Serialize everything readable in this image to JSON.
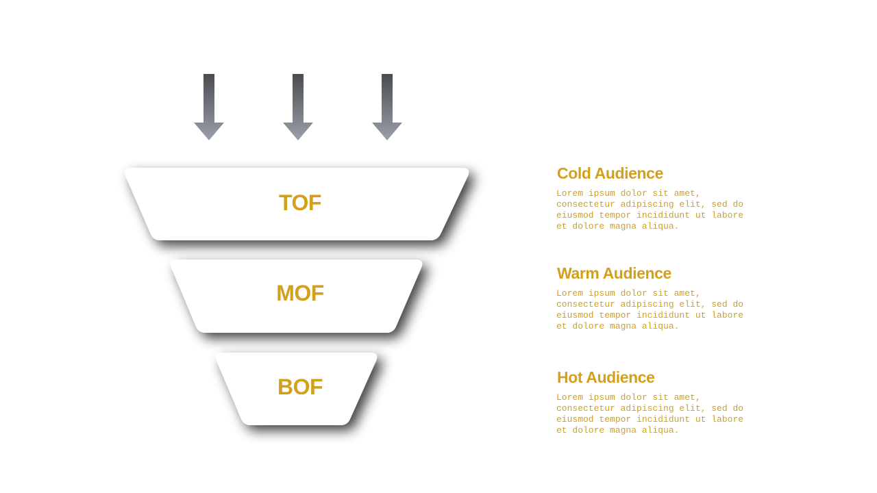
{
  "colors": {
    "accent": "#d4a01c",
    "arrow_top": "#4a4c50",
    "arrow_bottom": "#9aa0aa",
    "shape_fill": "#ffffff",
    "background": "#ffffff"
  },
  "arrows": [
    {
      "name": "arrow-1",
      "icon": "arrow-down-icon"
    },
    {
      "name": "arrow-2",
      "icon": "arrow-down-icon"
    },
    {
      "name": "arrow-3",
      "icon": "arrow-down-icon"
    }
  ],
  "funnel": {
    "stages": [
      {
        "label": "TOF"
      },
      {
        "label": "MOF"
      },
      {
        "label": "BOF"
      }
    ]
  },
  "descriptions": [
    {
      "title": "Cold Audience",
      "body": "Lorem ipsum dolor sit amet,\nconsectetur adipiscing elit, sed do\neiusmod tempor incididunt ut labore\net dolore magna aliqua."
    },
    {
      "title": "Warm Audience",
      "body": "Lorem ipsum dolor sit amet,\nconsectetur adipiscing elit, sed do\neiusmod tempor incididunt ut labore\net dolore magna aliqua."
    },
    {
      "title": "Hot Audience",
      "body": "Lorem ipsum dolor sit amet,\nconsectetur adipiscing elit, sed do\neiusmod tempor incididunt ut labore\net dolore magna aliqua."
    }
  ]
}
